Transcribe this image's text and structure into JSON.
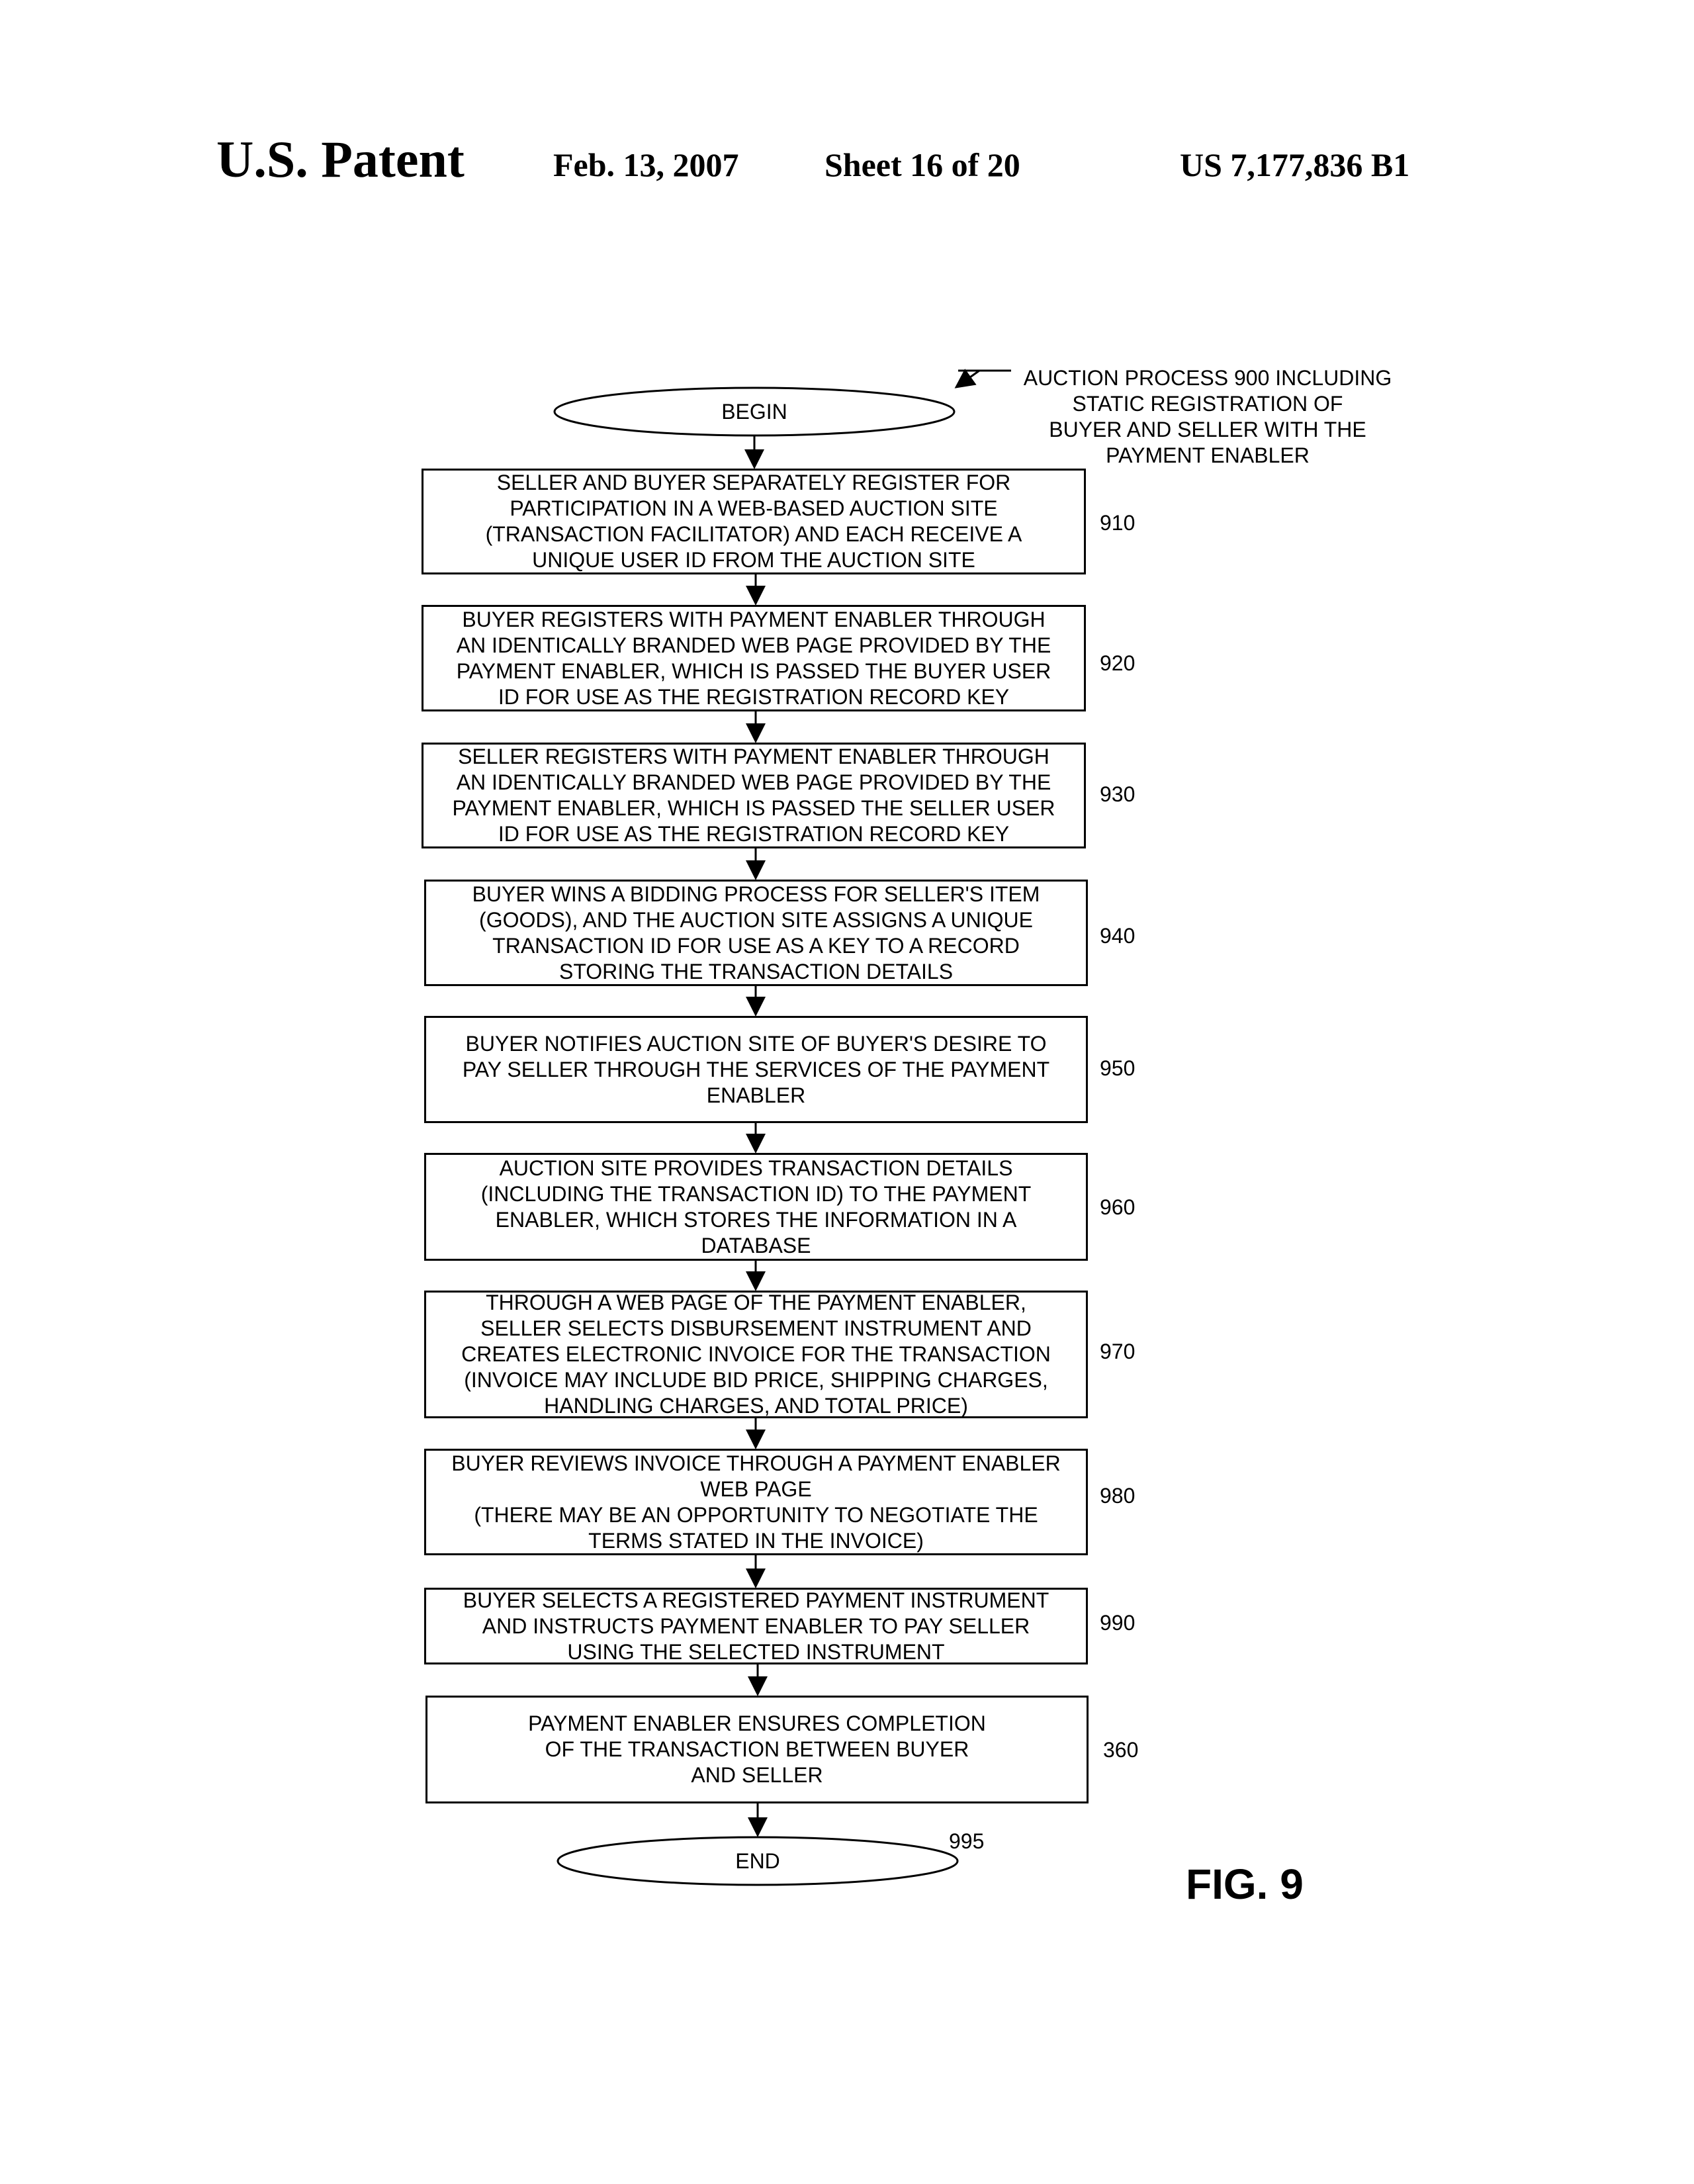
{
  "header": {
    "title": "U.S. Patent",
    "date": "Feb. 13, 2007",
    "sheet": "Sheet 16 of 20",
    "patent_number": "US 7,177,836 B1"
  },
  "diagram": {
    "annotation": "AUCTION PROCESS 900 INCLUDING\nSTATIC REGISTRATION OF\nBUYER AND SELLER WITH THE\nPAYMENT ENABLER",
    "begin_label": "BEGIN",
    "end_label": "END",
    "end_ref": "995",
    "steps": [
      {
        "ref": "910",
        "text": "SELLER AND BUYER SEPARATELY REGISTER FOR\nPARTICIPATION IN A WEB-BASED AUCTION SITE\n(TRANSACTION FACILITATOR) AND EACH RECEIVE A\nUNIQUE USER ID FROM THE AUCTION SITE"
      },
      {
        "ref": "920",
        "text": "BUYER REGISTERS WITH PAYMENT ENABLER THROUGH\nAN IDENTICALLY BRANDED WEB PAGE PROVIDED BY THE\nPAYMENT ENABLER, WHICH IS PASSED THE BUYER USER\nID FOR USE AS THE REGISTRATION RECORD KEY"
      },
      {
        "ref": "930",
        "text": "SELLER REGISTERS WITH PAYMENT ENABLER THROUGH\nAN IDENTICALLY BRANDED WEB PAGE PROVIDED BY THE\nPAYMENT ENABLER, WHICH IS PASSED THE SELLER USER\nID FOR USE AS THE REGISTRATION RECORD KEY"
      },
      {
        "ref": "940",
        "text": "BUYER WINS A BIDDING PROCESS FOR SELLER'S ITEM\n(GOODS), AND THE AUCTION SITE ASSIGNS A UNIQUE\nTRANSACTION ID FOR USE AS A KEY TO A RECORD\nSTORING THE TRANSACTION DETAILS"
      },
      {
        "ref": "950",
        "text": "BUYER NOTIFIES AUCTION SITE OF BUYER'S DESIRE TO\nPAY SELLER THROUGH THE SERVICES OF THE PAYMENT\nENABLER"
      },
      {
        "ref": "960",
        "text": "AUCTION SITE PROVIDES TRANSACTION DETAILS\n(INCLUDING THE TRANSACTION ID) TO THE PAYMENT\nENABLER, WHICH STORES THE INFORMATION IN A\nDATABASE"
      },
      {
        "ref": "970",
        "text": "THROUGH A WEB PAGE OF THE PAYMENT ENABLER,\nSELLER SELECTS DISBURSEMENT INSTRUMENT AND\nCREATES ELECTRONIC INVOICE FOR THE TRANSACTION\n(INVOICE MAY INCLUDE BID PRICE, SHIPPING CHARGES,\nHANDLING CHARGES, AND TOTAL PRICE)"
      },
      {
        "ref": "980",
        "text": "BUYER REVIEWS INVOICE THROUGH A PAYMENT ENABLER\nWEB PAGE\n(THERE MAY BE AN OPPORTUNITY TO NEGOTIATE THE\nTERMS STATED IN THE INVOICE)"
      },
      {
        "ref": "990",
        "text": "BUYER SELECTS A REGISTERED PAYMENT INSTRUMENT\nAND INSTRUCTS PAYMENT ENABLER TO PAY SELLER\nUSING THE SELECTED INSTRUMENT"
      },
      {
        "ref": "360",
        "text": "PAYMENT ENABLER ENSURES COMPLETION\nOF THE TRANSACTION BETWEEN BUYER\nAND SELLER"
      }
    ],
    "figure_label": "FIG. 9"
  }
}
